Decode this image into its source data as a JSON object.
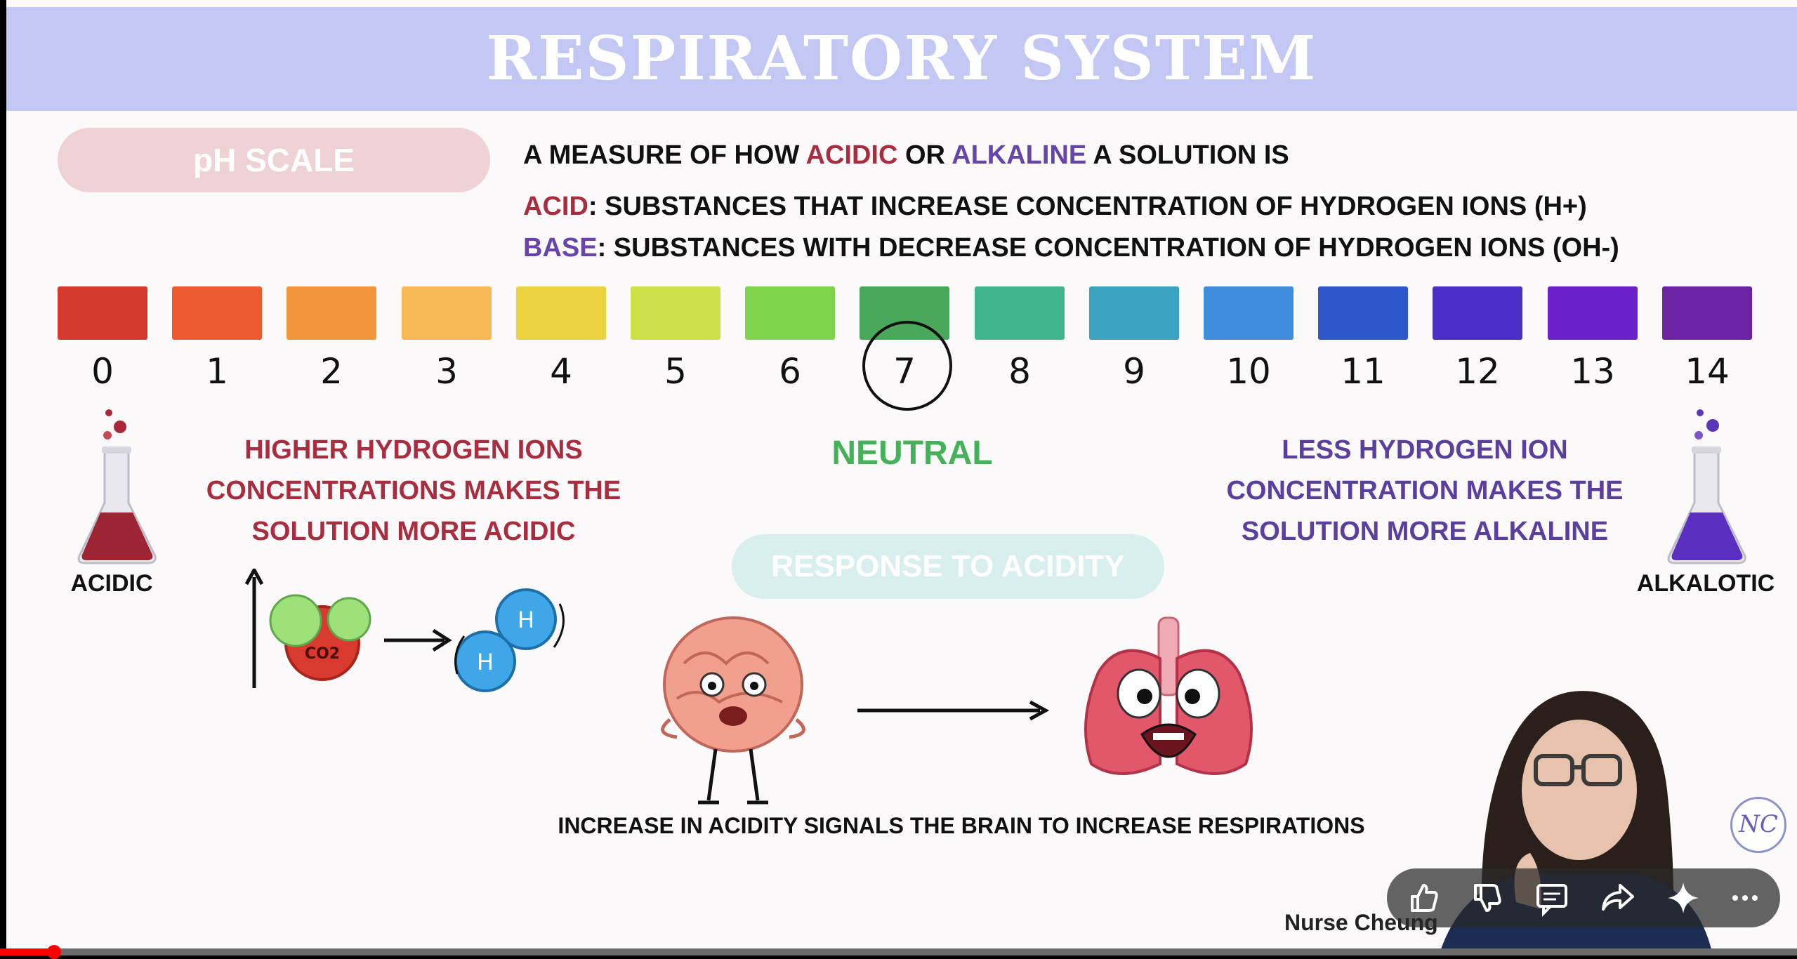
{
  "slide": {
    "title": "RESPIRATORY SYSTEM",
    "ph_pill": "pH SCALE",
    "definition": {
      "line1_pre": "A MEASURE OF HOW ",
      "line1_acidic": "ACIDIC",
      "line1_mid": " OR ",
      "line1_alkaline": "ALKALINE",
      "line1_post": " A SOLUTION IS",
      "acid_term": "ACID",
      "acid_text": ": SUBSTANCES THAT INCREASE CONCENTRATION OF HYDROGEN IONS (H+)",
      "base_term": "BASE",
      "base_text": ": SUBSTANCES WITH DECREASE CONCENTRATION OF HYDROGEN IONS (OH-)"
    },
    "scale": [
      {
        "value": "0",
        "color": "#d63a2f"
      },
      {
        "value": "1",
        "color": "#ec5b2f"
      },
      {
        "value": "2",
        "color": "#f2953c"
      },
      {
        "value": "3",
        "color": "#f6b955"
      },
      {
        "value": "4",
        "color": "#ecd23e"
      },
      {
        "value": "5",
        "color": "#cfdf48"
      },
      {
        "value": "6",
        "color": "#7fd24c"
      },
      {
        "value": "7",
        "color": "#4aa85a"
      },
      {
        "value": "8",
        "color": "#41b58d"
      },
      {
        "value": "9",
        "color": "#3ba3bf"
      },
      {
        "value": "10",
        "color": "#3f8edb"
      },
      {
        "value": "11",
        "color": "#2e57c9"
      },
      {
        "value": "12",
        "color": "#4b2ec6"
      },
      {
        "value": "13",
        "color": "#6a22c8"
      },
      {
        "value": "14",
        "color": "#6b23a4"
      }
    ],
    "neutral_label": "NEUTRAL",
    "acidic_caption": [
      "HIGHER HYDROGEN IONS",
      "CONCENTRATIONS MAKES THE",
      "SOLUTION MORE ACIDIC"
    ],
    "alkaline_caption": [
      "LESS HYDROGEN ION",
      "CONCENTRATION MAKES THE",
      "SOLUTION MORE ALKALINE"
    ],
    "acidic_label": "ACIDIC",
    "alkalotic_label": "ALKALOTIC",
    "co2_label": "CO2",
    "h_label": "H",
    "response_pill": "RESPONSE TO ACIDITY",
    "bottom_caption": "INCREASE IN ACIDITY SIGNALS THE BRAIN TO INCREASE RESPIRATIONS",
    "signature": "Nurse Cheung",
    "logo_text": "NC"
  },
  "colors": {
    "acid": "#a82e3f",
    "base": "#6545a8",
    "neutral": "#47b05a",
    "title_band": "#c2c7f3"
  },
  "player": {
    "icons": [
      "like-icon",
      "dislike-icon",
      "comment-icon",
      "share-icon",
      "sparkle-icon",
      "more-icon"
    ],
    "progress_fraction": 0.03
  }
}
